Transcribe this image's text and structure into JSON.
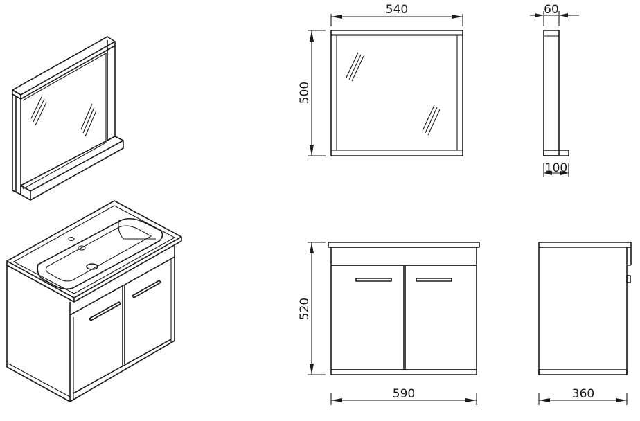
{
  "dimensions": {
    "mirror_width": "540",
    "mirror_height": "500",
    "mirror_depth": "60",
    "shelf_depth": "100",
    "cabinet_height": "520",
    "cabinet_width": "590",
    "cabinet_depth": "360"
  },
  "colors": {
    "line": "#1a1a1a",
    "background": "#ffffff"
  }
}
